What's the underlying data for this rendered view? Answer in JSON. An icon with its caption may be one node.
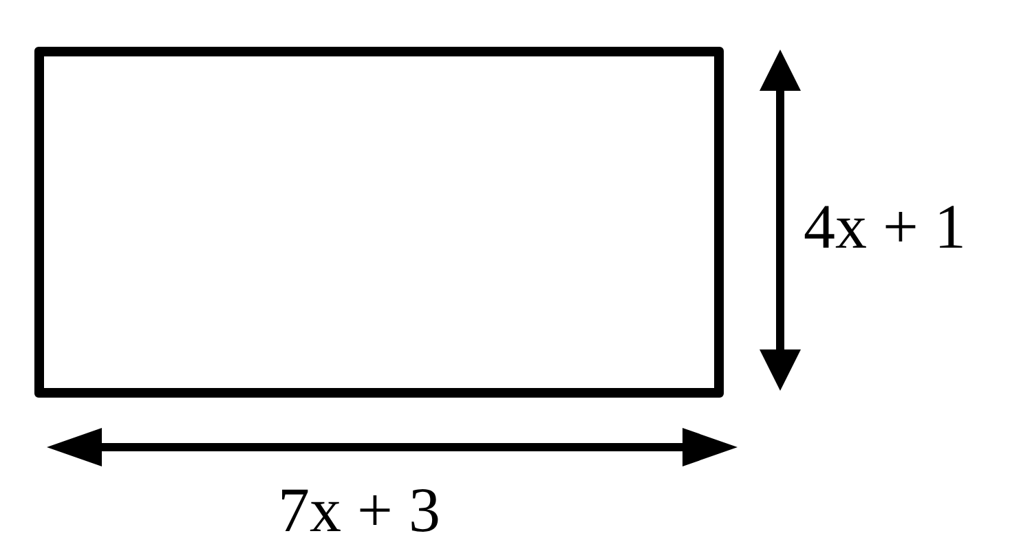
{
  "diagram": {
    "nodes": [
      {
        "text": [],
        "shape": "box"
      }
    ],
    "labels": [
      "4x + 1",
      "7x + 3"
    ]
  }
}
